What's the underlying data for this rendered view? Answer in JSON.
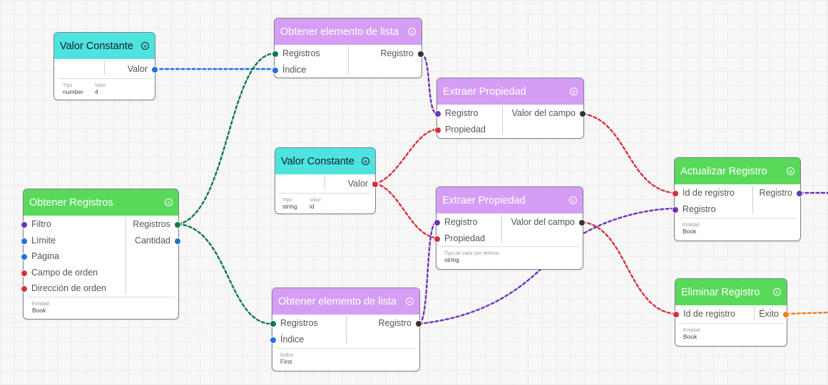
{
  "colors": {
    "blue": "#1f6fe0",
    "green": "#0e7a43",
    "purple": "#6a34b8",
    "red": "#d8303d",
    "orange": "#f07e16",
    "teal_header": "#4ee3df",
    "violet_header": "#d59ef4",
    "green_header": "#58d95a"
  },
  "nodes": {
    "const1": {
      "title": "Valor Constante",
      "close_icon": "circle-x-icon",
      "outputs": [
        "Valor"
      ],
      "meta": [
        {
          "key": "Tipo",
          "value": "number"
        },
        {
          "key": "Valor",
          "value": "4"
        }
      ]
    },
    "get_records": {
      "title": "Obtener Registros",
      "close_icon": "circle-x-icon",
      "inputs": [
        "Filtro",
        "Límite",
        "Página",
        "Campo de orden",
        "Dirección de orden"
      ],
      "outputs": [
        "Registros",
        "Cantidad"
      ],
      "meta": [
        {
          "key": "Entidad",
          "value": "Book"
        }
      ]
    },
    "list_item1": {
      "title": "Obtener elemento de lista",
      "close_icon": "circle-x-icon",
      "inputs": [
        "Registros",
        "Índice"
      ],
      "outputs": [
        "Registro"
      ]
    },
    "extract1": {
      "title": "Extraer Propiedad",
      "close_icon": "circle-x-icon",
      "inputs": [
        "Registro",
        "Propiedad"
      ],
      "outputs": [
        "Valor del campo"
      ]
    },
    "const2": {
      "title": "Valor Constante",
      "close_icon": "circle-x-icon",
      "outputs": [
        "Valor"
      ],
      "meta": [
        {
          "key": "Tipo",
          "value": "string"
        },
        {
          "key": "Valor",
          "value": "id"
        }
      ]
    },
    "extract2": {
      "title": "Extraer Propiedad",
      "close_icon": "circle-x-icon",
      "inputs": [
        "Registro",
        "Propiedad"
      ],
      "outputs": [
        "Valor del campo"
      ],
      "meta": [
        {
          "key": "Tipo de valor por defecto",
          "value": "string"
        }
      ]
    },
    "list_item2": {
      "title": "Obtener elemento de lista",
      "close_icon": "circle-x-icon",
      "inputs": [
        "Registros",
        "Índice"
      ],
      "outputs": [
        "Registro"
      ],
      "meta": [
        {
          "key": "Índice",
          "value": "First"
        }
      ]
    },
    "update": {
      "title": "Actualizar Registro",
      "close_icon": "circle-x-icon",
      "inputs": [
        "Id de registro",
        "Registro"
      ],
      "outputs": [
        "Registro"
      ],
      "meta": [
        {
          "key": "Entidad",
          "value": "Book"
        }
      ]
    },
    "delete": {
      "title": "Eliminar Registro",
      "close_icon": "circle-x-icon",
      "inputs": [
        "Id de registro"
      ],
      "outputs": [
        "Éxito"
      ],
      "meta": [
        {
          "key": "Entidad",
          "value": "Book"
        }
      ]
    }
  }
}
